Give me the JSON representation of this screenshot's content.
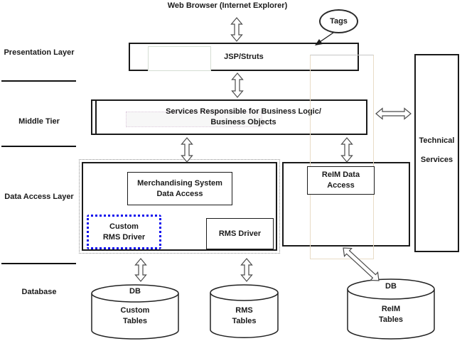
{
  "title": "Web Browser (Internet Explorer)",
  "layer_labels": [
    "Presentation Layer",
    "Middle Tier",
    "Data Access Layer",
    "Database"
  ],
  "callout": {
    "label": "Tags"
  },
  "presentation": {
    "jsp_label": "JSP/Struts"
  },
  "middle_tier": {
    "services_line1": "Services Responsible for Business Logic/",
    "services_line2": "Business Objects"
  },
  "technical_services": {
    "line1": "Technical",
    "line2": "Services"
  },
  "data_access": {
    "merchandising_line1": "Merchandising System",
    "merchandising_line2": "Data Access",
    "custom_driver_line1": "Custom",
    "custom_driver_line2": "RMS Driver",
    "rms_driver_label": "RMS Driver",
    "reim_line1": "ReIM Data",
    "reim_line2": "Access"
  },
  "databases": {
    "custom": {
      "db": "DB",
      "line1": "Custom",
      "line2": "Tables"
    },
    "rms": {
      "line1": "RMS",
      "line2": "Tables"
    },
    "reim": {
      "db": "DB",
      "line1": "ReIM",
      "line2": "Tables"
    }
  },
  "colors": {
    "box_border": "#1a1a1a",
    "custom_driver_border": "#0f0fee",
    "marquee_dotted": "#8c8c8c",
    "highlight_band": "#e8dcc6",
    "arrow_outline": "#4a4a4a"
  }
}
